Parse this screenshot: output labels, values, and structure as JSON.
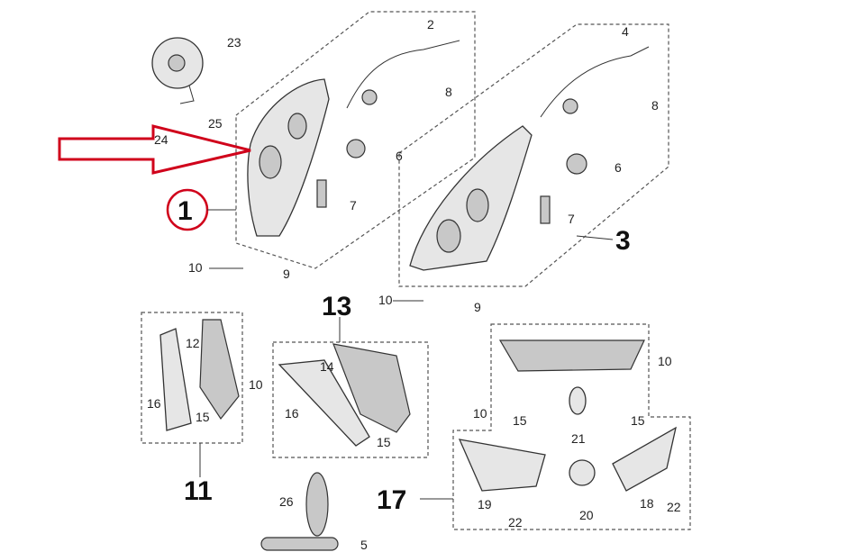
{
  "diagram": {
    "title_callouts": [
      "1",
      "3",
      "11",
      "13",
      "17"
    ],
    "labels": {
      "horn": "23",
      "harness_left": "2",
      "harness_right": "4",
      "clip_left": "8",
      "clip_right": "8",
      "screw_horn": "24",
      "nut_horn": "25",
      "socket_left": "6",
      "socket_right": "6",
      "headlight_left": "1",
      "bulb_left": "7",
      "bulb_right": "7",
      "headlight_right": "3",
      "screw_left": "10",
      "nut_left": "9",
      "screw_mid": "10",
      "nut_mid": "9",
      "cover_group": "13",
      "lens_12": "12",
      "lens_14": "14",
      "screw_11": "10",
      "screw_16a": "16",
      "bulb_15a": "15",
      "screw_16b": "16",
      "bulb_15b": "15",
      "screw_13r": "10",
      "screw_rear": "10",
      "bulb_15c": "15",
      "bulb_21": "21",
      "bulb_15d": "15",
      "group_11": "11",
      "group_17": "17",
      "lens_19": "19",
      "screw_22a": "22",
      "lens_20": "20",
      "lens_18": "18",
      "screw_22b": "22",
      "reflector_26": "26",
      "reflector_5": "5"
    },
    "highlight_color": "#d0021b"
  }
}
